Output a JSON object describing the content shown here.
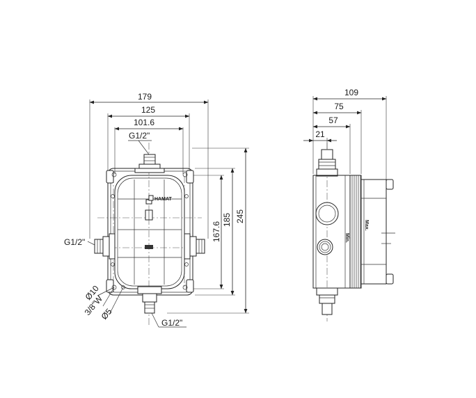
{
  "front_view": {
    "dimensions": {
      "overall_width": "179",
      "inner_width": "125",
      "frame_width": "101.6",
      "inner_height": "167.6",
      "frame_height": "185",
      "overall_height": "245"
    },
    "labels": {
      "top_port": "G1/2\"",
      "left_port": "G1/2\"",
      "bottom_port": "G1/2\"",
      "hole_d10": "Ø10",
      "hole_thread": "3/8\"W",
      "hole_d5": "Ø5",
      "brand": "HAMAT"
    }
  },
  "side_view": {
    "dimensions": {
      "overall_depth": "109",
      "depth_75": "75",
      "depth_57": "57",
      "depth_21": "21"
    },
    "labels": {
      "max": "Max.",
      "min": "Min."
    }
  }
}
